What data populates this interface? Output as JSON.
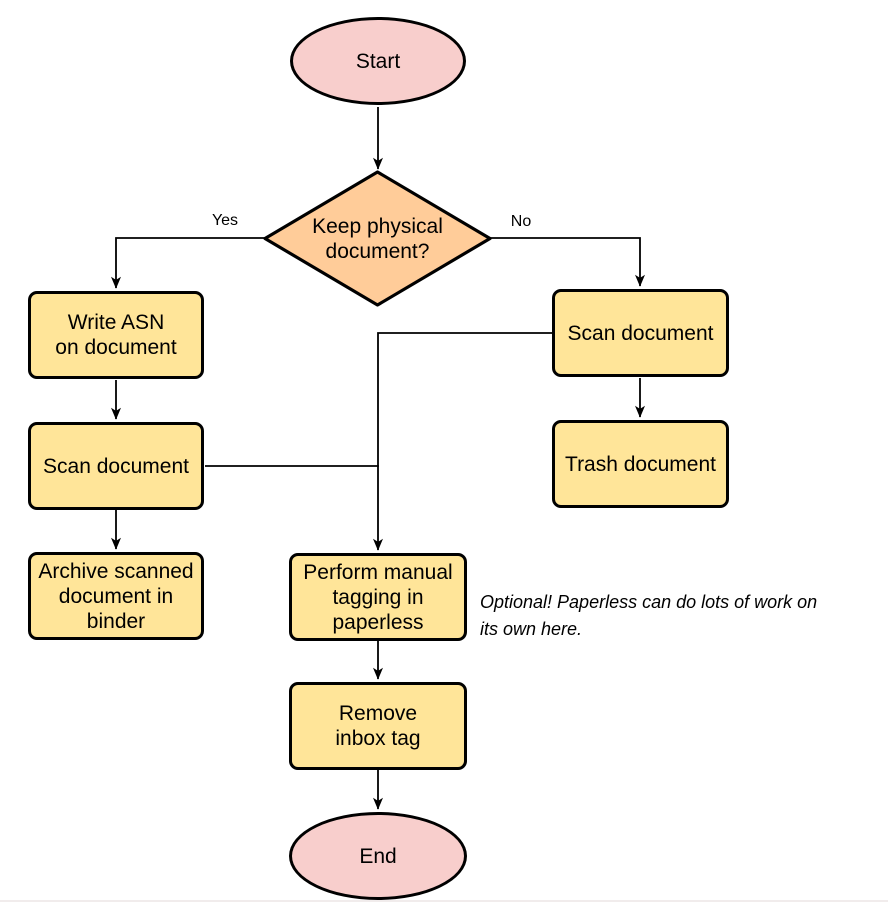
{
  "nodes": {
    "start": {
      "label": "Start"
    },
    "decision": {
      "lines": [
        "Keep physical",
        "document?"
      ]
    },
    "write_asn": {
      "lines": [
        "Write ASN",
        "on document"
      ]
    },
    "scan_left": {
      "label": "Scan document"
    },
    "archive": {
      "lines": [
        "Archive scanned",
        "document in",
        "binder"
      ]
    },
    "scan_right": {
      "label": "Scan document"
    },
    "trash": {
      "label": "Trash document"
    },
    "tagging": {
      "lines": [
        "Perform manual",
        "tagging in",
        "paperless"
      ]
    },
    "remove_inbox": {
      "lines": [
        "Remove",
        "inbox tag"
      ]
    },
    "end": {
      "label": "End"
    }
  },
  "edge_labels": {
    "yes": "Yes",
    "no": "No"
  },
  "annotation": {
    "lines": [
      "Optional! Paperless can do lots of work on",
      "its own here."
    ]
  },
  "colors": {
    "terminal_fill": "#F8CECC",
    "decision_fill": "#FFCC99",
    "process_fill": "#FFE599",
    "stroke": "#000000"
  }
}
